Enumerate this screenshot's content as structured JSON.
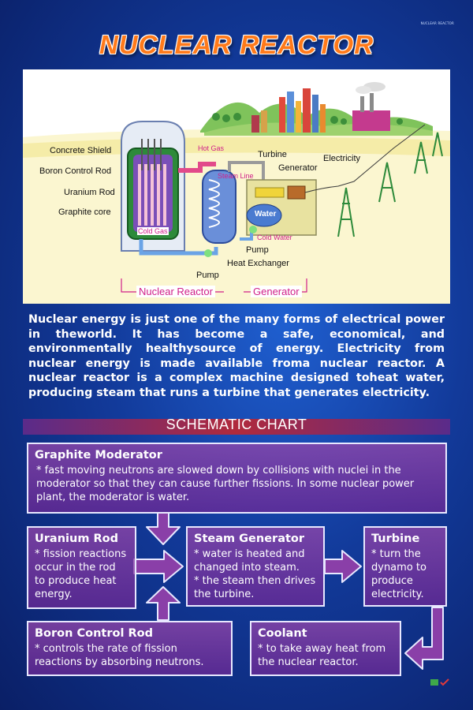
{
  "corner_tag": "NUCLEAR REACTOR",
  "title": "NUCLEAR REACTOR",
  "diagram": {
    "labels": {
      "concrete_shield": "Concrete Shield",
      "boron_control_rod": "Boron Control Rod",
      "uranium_rod": "Uranium Rod",
      "graphite_core": "Graphite core",
      "hot_gas": "Hot Gas",
      "cold_gas": "Cold Gas",
      "steam_line": "Steam Line",
      "turbine": "Turbine",
      "generator": "Generator",
      "electricity": "Electricity",
      "water": "Water",
      "cold_water": "Cold Water",
      "pump_right": "Pump",
      "heat_exchanger": "Heat Exchanger",
      "pump_bottom": "Pump",
      "nuclear_reactor": "Nuclear Reactor",
      "generator_section": "Generator"
    }
  },
  "intro_text": "Nuclear energy is just one of the many forms of electrical power in theworld. It has become a safe, economical, and environmentally healthysource of energy. Electricity from nuclear energy is made available froma nuclear reactor. A nuclear reactor is a complex machine designed toheat water, producing steam that runs a turbine that generates electricity.",
  "chart_heading": "SCHEMATIC CHART",
  "boxes": {
    "graphite_moderator": {
      "title": "Graphite Moderator",
      "body": "* fast moving neutrons are slowed down by collisions with nuclei in the moderator so that they can cause further fissions. In some nuclear power plant, the moderator is water."
    },
    "uranium_rod": {
      "title": "Uranium Rod",
      "body": "* fission reactions occur in the rod to produce heat energy."
    },
    "steam_generator": {
      "title": "Steam Generator",
      "body1": "* water is heated and changed into steam.",
      "body2": "* the steam then drives the turbine."
    },
    "turbine": {
      "title": "Turbine",
      "body": "* turn the dynamo to produce electricity."
    },
    "boron_control_rod": {
      "title": "Boron Control Rod",
      "body": "* controls the rate of fission reactions by absorbing neutrons."
    },
    "coolant": {
      "title": "Coolant",
      "body": "* to take away heat from the nuclear reactor."
    }
  },
  "colors": {
    "title_orange": "#ff7a1a",
    "box_purple": "#8a3fa8",
    "accent_magenta": "#d0208a"
  }
}
